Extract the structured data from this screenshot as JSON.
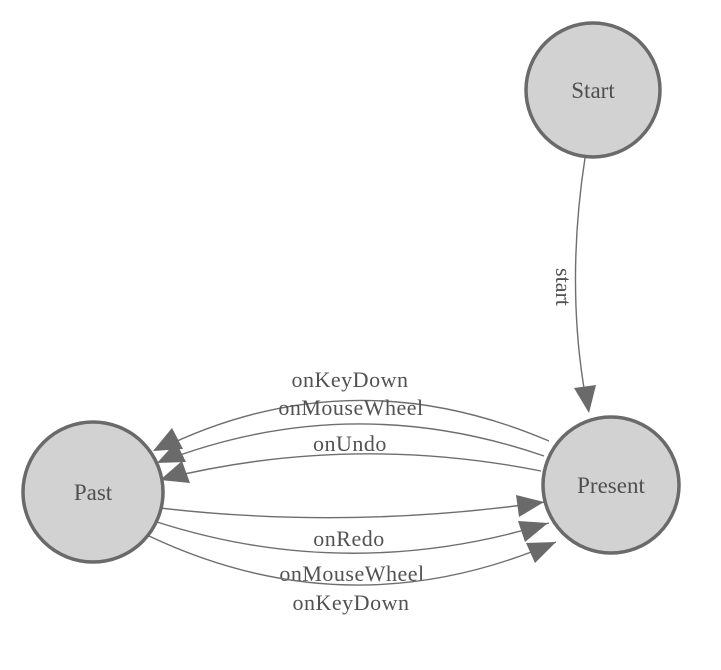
{
  "diagram": {
    "type": "state-machine",
    "nodes": [
      {
        "id": "start",
        "label": "Start"
      },
      {
        "id": "past",
        "label": "Past"
      },
      {
        "id": "present",
        "label": "Present"
      }
    ],
    "edges": [
      {
        "id": "start-to-present",
        "from": "Start",
        "to": "Present",
        "label": "start"
      },
      {
        "id": "present-to-past-keydown",
        "from": "Present",
        "to": "Past",
        "label": "onKeyDown"
      },
      {
        "id": "present-to-past-wheel",
        "from": "Present",
        "to": "Past",
        "label": "onMouseWheel"
      },
      {
        "id": "present-to-past-undo",
        "from": "Present",
        "to": "Past",
        "label": "onUndo"
      },
      {
        "id": "past-to-present-redo",
        "from": "Past",
        "to": "Present",
        "label": "onRedo"
      },
      {
        "id": "past-to-present-wheel",
        "from": "Past",
        "to": "Present",
        "label": "onMouseWheel"
      },
      {
        "id": "past-to-present-keydown",
        "from": "Past",
        "to": "Present",
        "label": "onKeyDown"
      }
    ],
    "colors": {
      "background": "#ffffff",
      "node_fill": "#d2d2d2",
      "node_stroke": "#6a6a6a",
      "edge_stroke": "#6e6e6e",
      "arrow_fill": "#6a6a6a",
      "node_text": "#4f4f4f",
      "edge_text": "#525252"
    }
  }
}
